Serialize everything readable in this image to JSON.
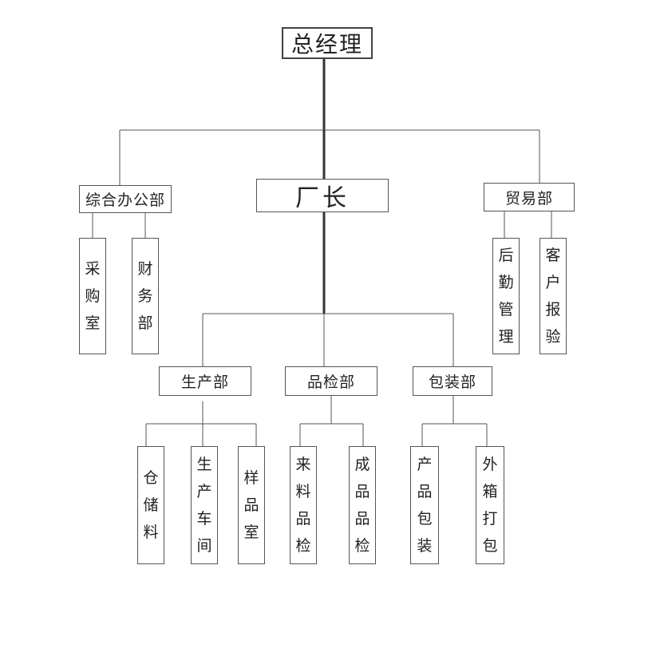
{
  "org": {
    "general_manager": "总经理",
    "office": "综合办公部",
    "factory_director": "厂长",
    "trade": "贸易部",
    "procurement": "采购室",
    "finance": "财务部",
    "logistics": "后勤管理",
    "customs": "客户报验",
    "production": "生产部",
    "qc": "品检部",
    "packaging": "包装部",
    "warehouse": "仓储料",
    "workshop": "生产车间",
    "sample_room": "样品室",
    "incoming_qc": "来料品检",
    "finished_qc": "成品品检",
    "product_packing": "产品包装",
    "outer_packing": "外箱打包"
  }
}
